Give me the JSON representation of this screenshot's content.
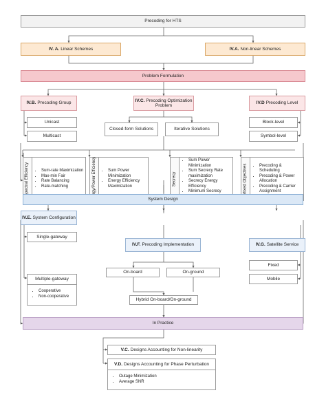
{
  "title": "Precoding for HTS",
  "linear": {
    "prefix": "IV. A.",
    "label": "Linear Schemes"
  },
  "nonlinear": {
    "prefix": "IV.A.",
    "label": "Non-linear Schemes"
  },
  "problem_formulation": "Problem Formulation",
  "group": {
    "prefix": "IV.B.",
    "label": "Precoding Group",
    "items": [
      "Unicast",
      "Multicast"
    ]
  },
  "optimization": {
    "prefix": "IV.C.",
    "label": "Precoding Optimization Problem",
    "solutions": [
      "Closed-form Solutions",
      "Iterative Solutions"
    ]
  },
  "level": {
    "prefix": "IV.D",
    "label": "Precoding Level",
    "items": [
      "Block-level",
      "Symbol-level"
    ]
  },
  "objectives": [
    {
      "label": "Spectral Efficiency",
      "items": [
        "Sum-rate Maximization",
        "Max-min Fair",
        "Rate Balancing",
        "Rate-matching"
      ]
    },
    {
      "label": "Energy/Power Efficiency",
      "items": [
        "Sum Power Minimization",
        "Energy Efficiency Maximization"
      ]
    },
    {
      "label": "Secrecy",
      "items": [
        "Sum Power Minimization",
        "Sum Secrecy Rate maximization",
        "Secrecy Energy Efficiency",
        "Minimum Secrecy Capacity Maximization"
      ]
    },
    {
      "label": "Mixed Objectives",
      "items": [
        "Precoding & Scheduling",
        "Precoding & Power Allocation",
        "Precoding & Carrier Assignment"
      ]
    }
  ],
  "system_design": "System Design",
  "sysconfig": {
    "prefix": "IV.E.",
    "label": "System Configuration",
    "single": "Single-gateway",
    "multiple": "Multiple-gateway",
    "multiple_items": [
      "Cooperative",
      "Non-cooperative"
    ]
  },
  "implementation": {
    "prefix": "IV.F.",
    "label": "Precoding Implementation",
    "onboard": "On-board",
    "onground": "On-ground",
    "hybrid": "Hybrid On-board/On-ground"
  },
  "satellite": {
    "prefix": "IV.G.",
    "label": "Satellite Service",
    "items": [
      "Fixed",
      "Mobile"
    ]
  },
  "in_practice": "In Practice",
  "nonlinearity": {
    "prefix": "V.C.",
    "label": "Designs Accounting for Non-linearity"
  },
  "phase": {
    "prefix": "V.D.",
    "label": "Designs Accounting for Phase Perturbation",
    "items": [
      "Outage Minimization",
      "Average SNR"
    ]
  }
}
